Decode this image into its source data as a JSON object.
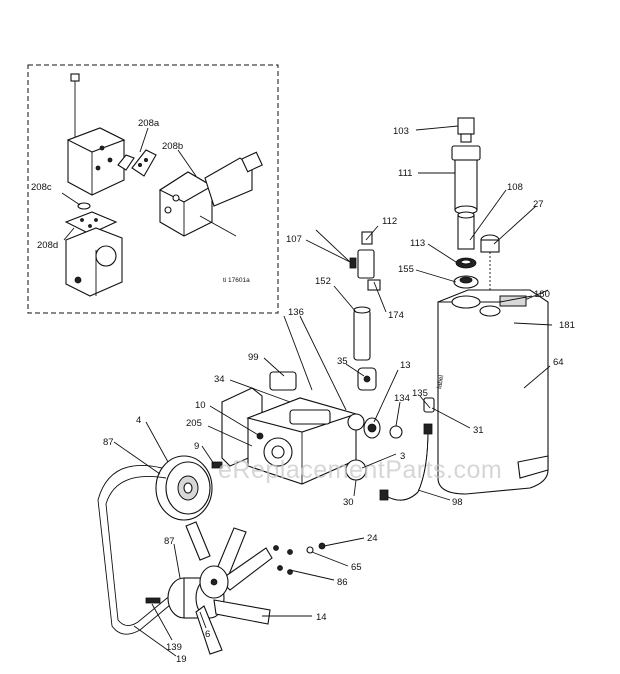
{
  "watermark": "eReplacementParts.com",
  "inset": {
    "reference": "ti 17601a"
  },
  "callouts": {
    "c208a": "208a",
    "c208b": "208b",
    "c208c": "208c",
    "c208d": "208d",
    "c103": "103",
    "c111": "111",
    "c108": "108",
    "c27": "27",
    "c113": "113",
    "c155": "155",
    "c180": "180",
    "c181": "181",
    "c64": "64",
    "c107": "107",
    "c112": "112",
    "c152": "152",
    "c174": "174",
    "c136": "136",
    "c99": "99",
    "c35": "35",
    "c13": "13",
    "c34": "34",
    "c135": "135",
    "c134": "134",
    "c31": "31",
    "c10": "10",
    "c4": "4",
    "c205": "205",
    "c87a": "87",
    "c9": "9",
    "c3": "3",
    "c30": "30",
    "c98": "98",
    "c24": "24",
    "c87b": "87",
    "c65": "65",
    "c86": "86",
    "c14": "14",
    "c6": "6",
    "c139": "139",
    "c19": "19"
  }
}
